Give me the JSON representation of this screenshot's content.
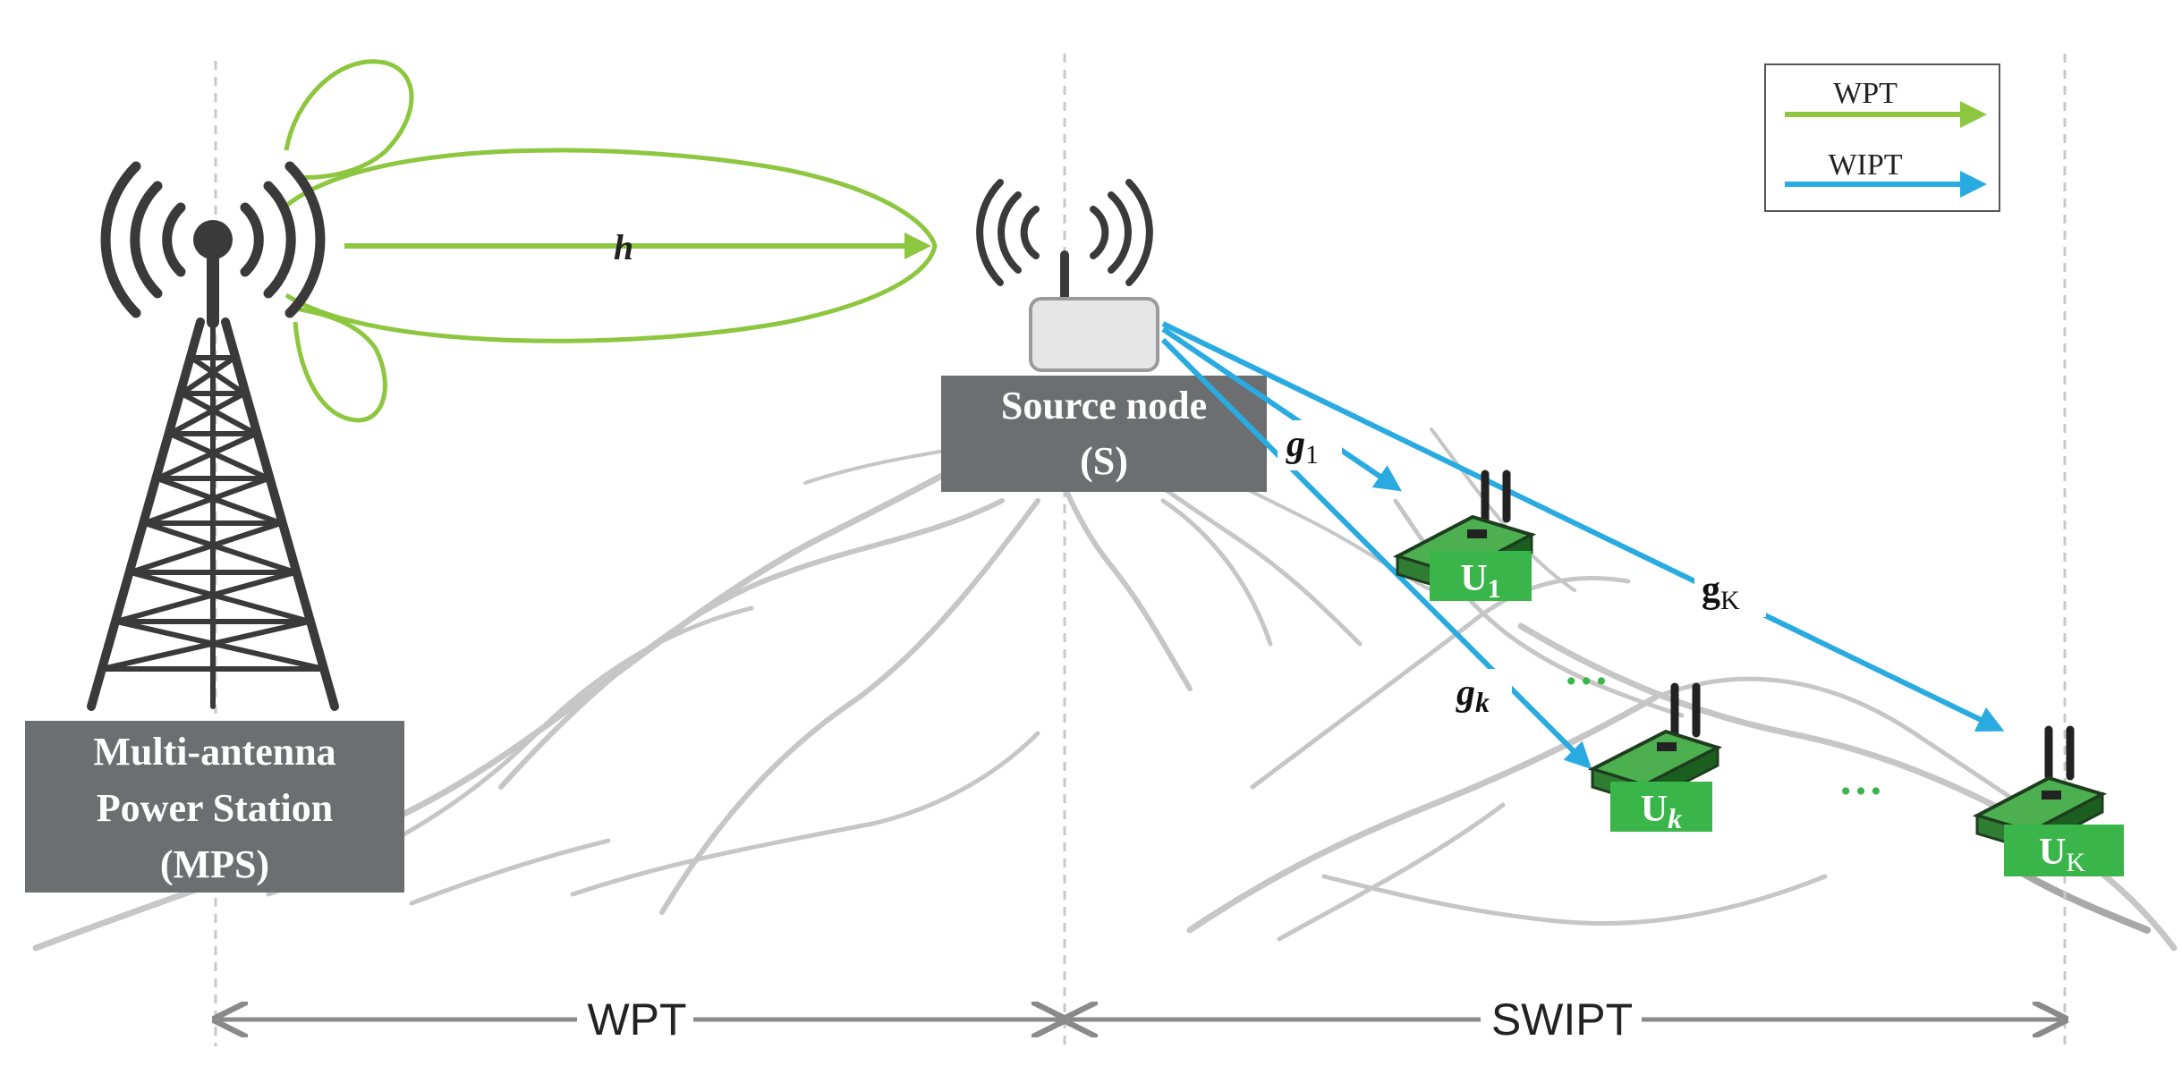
{
  "colors": {
    "wpt_green": "#8dc63f",
    "wipt_blue": "#29abe2",
    "label_box_gray": "#6d6e70",
    "device_green": "#39b54a",
    "arrow_gray": "#8a8a8a",
    "divider_gray": "#c8c8c8",
    "tower_dark": "#3a3a3a"
  },
  "legend": {
    "wpt_label": "WPT",
    "wipt_label": "WIPT"
  },
  "nodes": {
    "mps": {
      "line1": "Multi-antenna",
      "line2": "Power Station",
      "line3": "(MPS)",
      "icon": "transmission-tower-icon"
    },
    "source": {
      "line1": "Source node",
      "line2": "(S)",
      "icon": "wireless-router-icon"
    },
    "users": [
      {
        "label": "U",
        "sub": "1",
        "sub_italic": false
      },
      {
        "label": "U",
        "sub": "k",
        "sub_italic": true
      },
      {
        "label": "U",
        "sub": "K",
        "sub_italic": false
      }
    ]
  },
  "channels": {
    "h": "h",
    "g1_main": "g",
    "g1_sub": "1",
    "gk_main": "g",
    "gk_sub": "k",
    "gK_main": "g",
    "gK_sub": "K"
  },
  "ellipsis": {
    "dots1": "…",
    "dots2": "…"
  },
  "bottom_axis": {
    "left_label": "WPT",
    "right_label": "SWIPT"
  }
}
